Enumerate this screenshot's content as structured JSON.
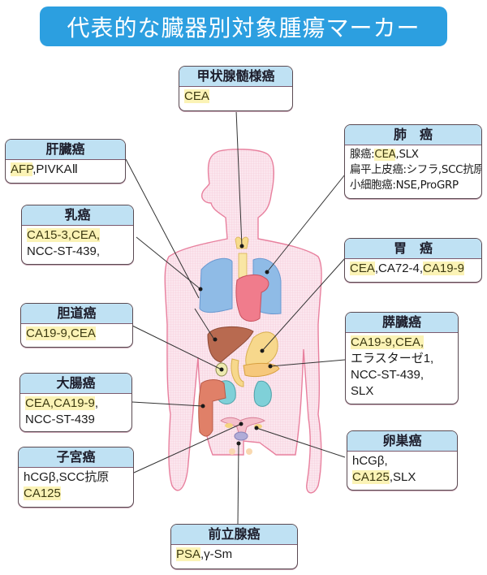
{
  "title": "代表的な臓器別対象腫瘍マーカー",
  "colors": {
    "title_bg": "#2c9fe0",
    "box_header_bg": "#bfe1f3",
    "highlight": "#fbf3b6",
    "body_outline": "#e8809e",
    "body_fill": "#fbe4ec"
  },
  "boxes": {
    "thyroid": {
      "header": "甲状腺髄様癌",
      "lines": [
        [
          {
            "t": "CEA",
            "hl": true
          }
        ]
      ]
    },
    "liver": {
      "header": "肝臓癌",
      "lines": [
        [
          {
            "t": "AFP",
            "hl": true
          },
          {
            "t": ",PIVKAⅡ",
            "hl": false
          }
        ]
      ]
    },
    "lung": {
      "header": "肺　癌",
      "lines": [
        [
          {
            "t": "腺癌:",
            "hl": false
          },
          {
            "t": "CEA",
            "hl": true
          },
          {
            "t": ",SLX",
            "hl": false
          }
        ],
        [
          {
            "t": "扁平上皮癌:シフラ,SCC抗原",
            "hl": false
          }
        ],
        [
          {
            "t": "小細胞癌:NSE,ProGRP",
            "hl": false
          }
        ]
      ]
    },
    "breast": {
      "header": "乳癌",
      "lines": [
        [
          {
            "t": "CA15-3,CEA,",
            "hl": true
          }
        ],
        [
          {
            "t": "NCC-ST-439,",
            "hl": false
          }
        ]
      ]
    },
    "stomach": {
      "header": "胃　癌",
      "lines": [
        [
          {
            "t": "CEA",
            "hl": true
          },
          {
            "t": ",CA72-4,",
            "hl": false
          },
          {
            "t": "CA19-9",
            "hl": true
          }
        ]
      ]
    },
    "biliary": {
      "header": "胆道癌",
      "lines": [
        [
          {
            "t": "CA19-9,CEA",
            "hl": true
          }
        ]
      ]
    },
    "pancreas": {
      "header": "膵臓癌",
      "lines": [
        [
          {
            "t": "CA19-9,CEA,",
            "hl": true
          }
        ],
        [
          {
            "t": "エラスターゼ1,",
            "hl": false
          }
        ],
        [
          {
            "t": "NCC-ST-439,",
            "hl": false
          }
        ],
        [
          {
            "t": "SLX",
            "hl": false
          }
        ]
      ]
    },
    "colon": {
      "header": "大腸癌",
      "lines": [
        [
          {
            "t": "CEA,CA19-9",
            "hl": true
          },
          {
            "t": ",",
            "hl": false
          }
        ],
        [
          {
            "t": "NCC-ST-439",
            "hl": false
          }
        ]
      ]
    },
    "uterus": {
      "header": "子宮癌",
      "lines": [
        [
          {
            "t": "hCGβ,SCC抗原",
            "hl": false
          }
        ],
        [
          {
            "t": "CA125",
            "hl": true
          }
        ]
      ]
    },
    "ovary": {
      "header": "卵巣癌",
      "lines": [
        [
          {
            "t": "hCGβ,",
            "hl": false
          }
        ],
        [
          {
            "t": "CA125",
            "hl": true
          },
          {
            "t": ",SLX",
            "hl": false
          }
        ]
      ]
    },
    "prostate": {
      "header": "前立腺癌",
      "lines": [
        [
          {
            "t": "PSA",
            "hl": true
          },
          {
            "t": ",γ-Sm",
            "hl": false
          }
        ]
      ]
    }
  }
}
